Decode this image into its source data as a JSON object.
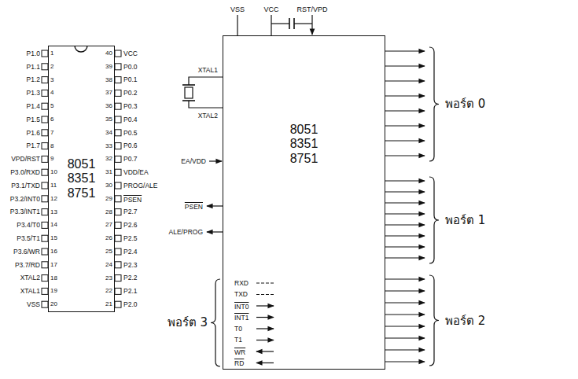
{
  "diagram": {
    "nodes": [
      {
        "text": [
          "8051 8351 8751"
        ]
      },
      {
        "text": [
          "8051 8351 8751"
        ]
      }
    ],
    "labels": [
      "P1.0",
      "P1.1",
      "P1.2",
      "P1.3",
      "P1.4",
      "P1.5",
      "P1.6",
      "P1.7",
      "VPD/RST",
      "P3.0/RXD",
      "P3.1/TXD",
      "P3.2/INT0",
      "P3.3/INT1",
      "P3.4/T0",
      "P3.5/T1",
      "P3.6/WR",
      "P3.7/RD",
      "XTAL2",
      "XTAL1",
      "VSS",
      "1",
      "2",
      "3",
      "4",
      "5",
      "6",
      "7",
      "8",
      "9",
      "10",
      "11",
      "12",
      "13",
      "14",
      "15",
      "16",
      "17",
      "18",
      "19",
      "20",
      "VCC",
      "P0.0",
      "P0.1",
      "P0.2",
      "P0.3",
      "P0.4",
      "P0.5",
      "P0.6",
      "P0.7",
      "VDD/EA",
      "PROG/ALE",
      "PSEN",
      "P2.7",
      "P2.6",
      "P2.5",
      "P2.4",
      "P2.3",
      "P2.2",
      "P2.1",
      "P2.0",
      "40",
      "39",
      "38",
      "37",
      "36",
      "35",
      "34",
      "33",
      "32",
      "31",
      "30",
      "29",
      "28",
      "27",
      "26",
      "25",
      "24",
      "23",
      "22",
      "21",
      "VSS",
      "VCC",
      "RST/VPD",
      "XTAL1",
      "XTAL2",
      "EA/VDD",
      "PSEN",
      "ALE/PROG",
      "RXD",
      "TXD",
      "INT0",
      "INT1",
      "T0",
      "T1",
      "WR",
      "RD",
      "พอร์ต 0",
      "พอร์ต 1",
      "พอร์ต 2",
      "พอร์ต 3"
    ]
  }
}
